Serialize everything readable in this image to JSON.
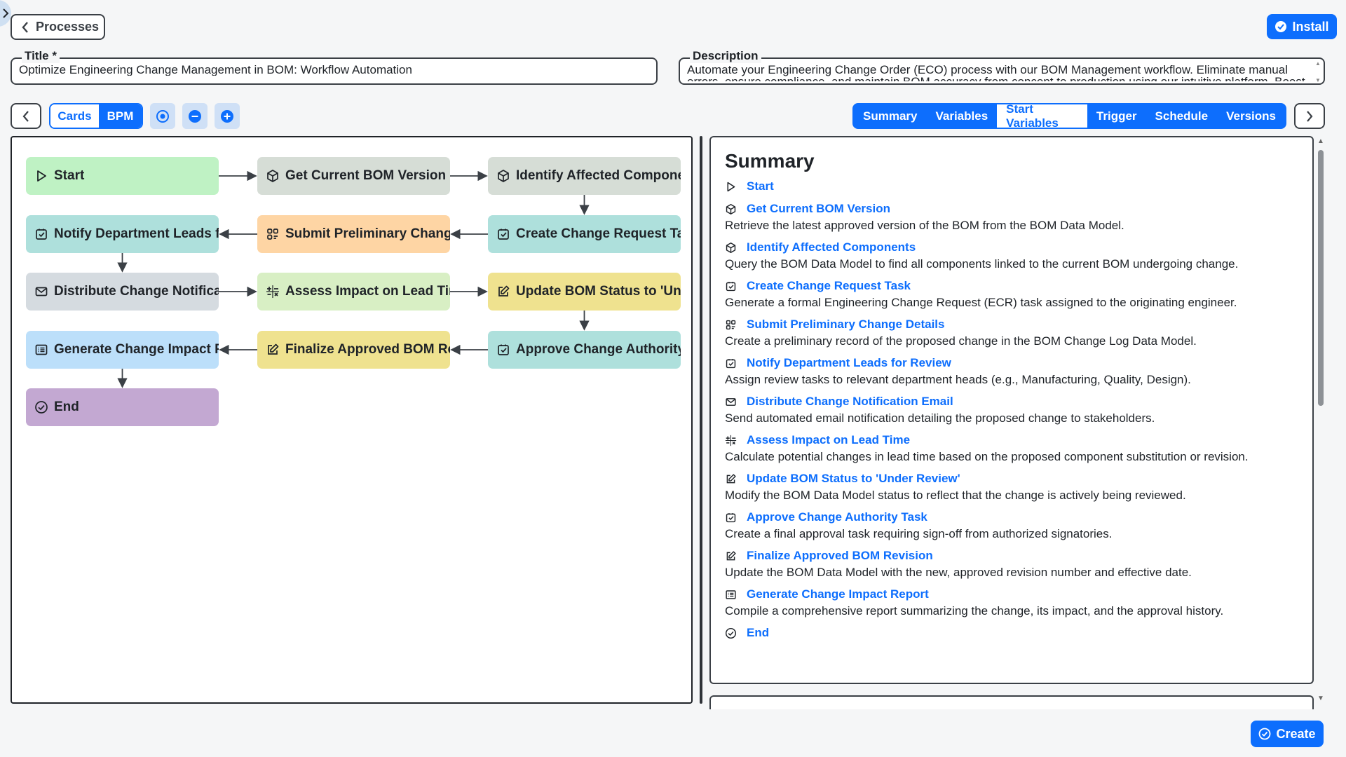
{
  "header": {
    "back_label": "Processes",
    "install_label": "Install"
  },
  "title_field": {
    "legend": "Title *",
    "value": "Optimize Engineering Change Management in BOM: Workflow Automation"
  },
  "description_field": {
    "legend": "Description",
    "value": "Automate your Engineering Change Order (ECO) process with our BOM Management workflow. Eliminate manual errors, ensure compliance, and maintain BOM accuracy from concept to production using our intuitive platform. Boost"
  },
  "view_toggle": {
    "cards": "Cards",
    "bpm": "BPM",
    "active": "BPM"
  },
  "tabs": [
    {
      "label": "Summary"
    },
    {
      "label": "Variables"
    },
    {
      "label": "Start Variables"
    },
    {
      "label": "Trigger"
    },
    {
      "label": "Schedule"
    },
    {
      "label": "Versions"
    }
  ],
  "active_tab": "Start Variables",
  "colors": {
    "primary": "#0d6efd",
    "start": "#bff2c4",
    "system": "#d6ddd6",
    "task": "#aee0dc",
    "form": "#fed5a4",
    "email": "#d5dbe0",
    "calc": "#d8efc4",
    "update": "#efe28f",
    "report": "#bcdffa",
    "end": "#c3a8d2"
  },
  "nodes": [
    {
      "label": "Start",
      "icon": "play-icon",
      "color": "start"
    },
    {
      "label": "Get Current BOM Version",
      "icon": "box-icon",
      "color": "system"
    },
    {
      "label": "Identify Affected Components",
      "icon": "box-icon",
      "color": "system"
    },
    {
      "label": "Create Change Request Task",
      "icon": "check-square-icon",
      "color": "task"
    },
    {
      "label": "Submit Preliminary Change Details",
      "icon": "form-grid-icon",
      "color": "form"
    },
    {
      "label": "Notify Department Leads for Review",
      "icon": "check-square-icon",
      "color": "task"
    },
    {
      "label": "Distribute Change Notification Email",
      "icon": "mail-icon",
      "color": "email"
    },
    {
      "label": "Assess Impact on Lead Time",
      "icon": "calculator-icon",
      "color": "calc"
    },
    {
      "label": "Update BOM Status to 'Under Review'",
      "icon": "edit-icon",
      "color": "update"
    },
    {
      "label": "Approve Change Authority Task",
      "icon": "check-square-icon",
      "color": "task"
    },
    {
      "label": "Finalize Approved BOM Revision",
      "icon": "edit-icon",
      "color": "update"
    },
    {
      "label": "Generate Change Impact Report",
      "icon": "list-icon",
      "color": "report"
    },
    {
      "label": "End",
      "icon": "check-circle-icon",
      "color": "end"
    }
  ],
  "summary": {
    "title": "Summary",
    "items": [
      {
        "label": "Start",
        "icon": "play-icon",
        "desc": ""
      },
      {
        "label": "Get Current BOM Version",
        "icon": "box-icon",
        "desc": "Retrieve the latest approved version of the BOM from the BOM Data Model."
      },
      {
        "label": "Identify Affected Components",
        "icon": "box-icon",
        "desc": "Query the BOM Data Model to find all components linked to the current BOM undergoing change."
      },
      {
        "label": "Create Change Request Task",
        "icon": "check-square-icon",
        "desc": "Generate a formal Engineering Change Request (ECR) task assigned to the originating engineer."
      },
      {
        "label": "Submit Preliminary Change Details",
        "icon": "form-grid-icon",
        "desc": "Create a preliminary record of the proposed change in the BOM Change Log Data Model."
      },
      {
        "label": "Notify Department Leads for Review",
        "icon": "check-square-icon",
        "desc": "Assign review tasks to relevant department heads (e.g., Manufacturing, Quality, Design)."
      },
      {
        "label": "Distribute Change Notification Email",
        "icon": "mail-icon",
        "desc": "Send automated email notification detailing the proposed change to stakeholders."
      },
      {
        "label": "Assess Impact on Lead Time",
        "icon": "calculator-icon",
        "desc": "Calculate potential changes in lead time based on the proposed component substitution or revision."
      },
      {
        "label": "Update BOM Status to 'Under Review'",
        "icon": "edit-icon",
        "desc": "Modify the BOM Data Model status to reflect that the change is actively being reviewed."
      },
      {
        "label": "Approve Change Authority Task",
        "icon": "check-square-icon",
        "desc": "Create a final approval task requiring sign-off from authorized signatories."
      },
      {
        "label": "Finalize Approved BOM Revision",
        "icon": "edit-icon",
        "desc": "Update the BOM Data Model with the new, approved revision number and effective date."
      },
      {
        "label": "Generate Change Impact Report",
        "icon": "list-icon",
        "desc": "Compile a comprehensive report summarizing the change, its impact, and the approval history."
      },
      {
        "label": "End",
        "icon": "check-circle-icon",
        "desc": ""
      }
    ]
  },
  "footer": {
    "create_label": "Create"
  }
}
